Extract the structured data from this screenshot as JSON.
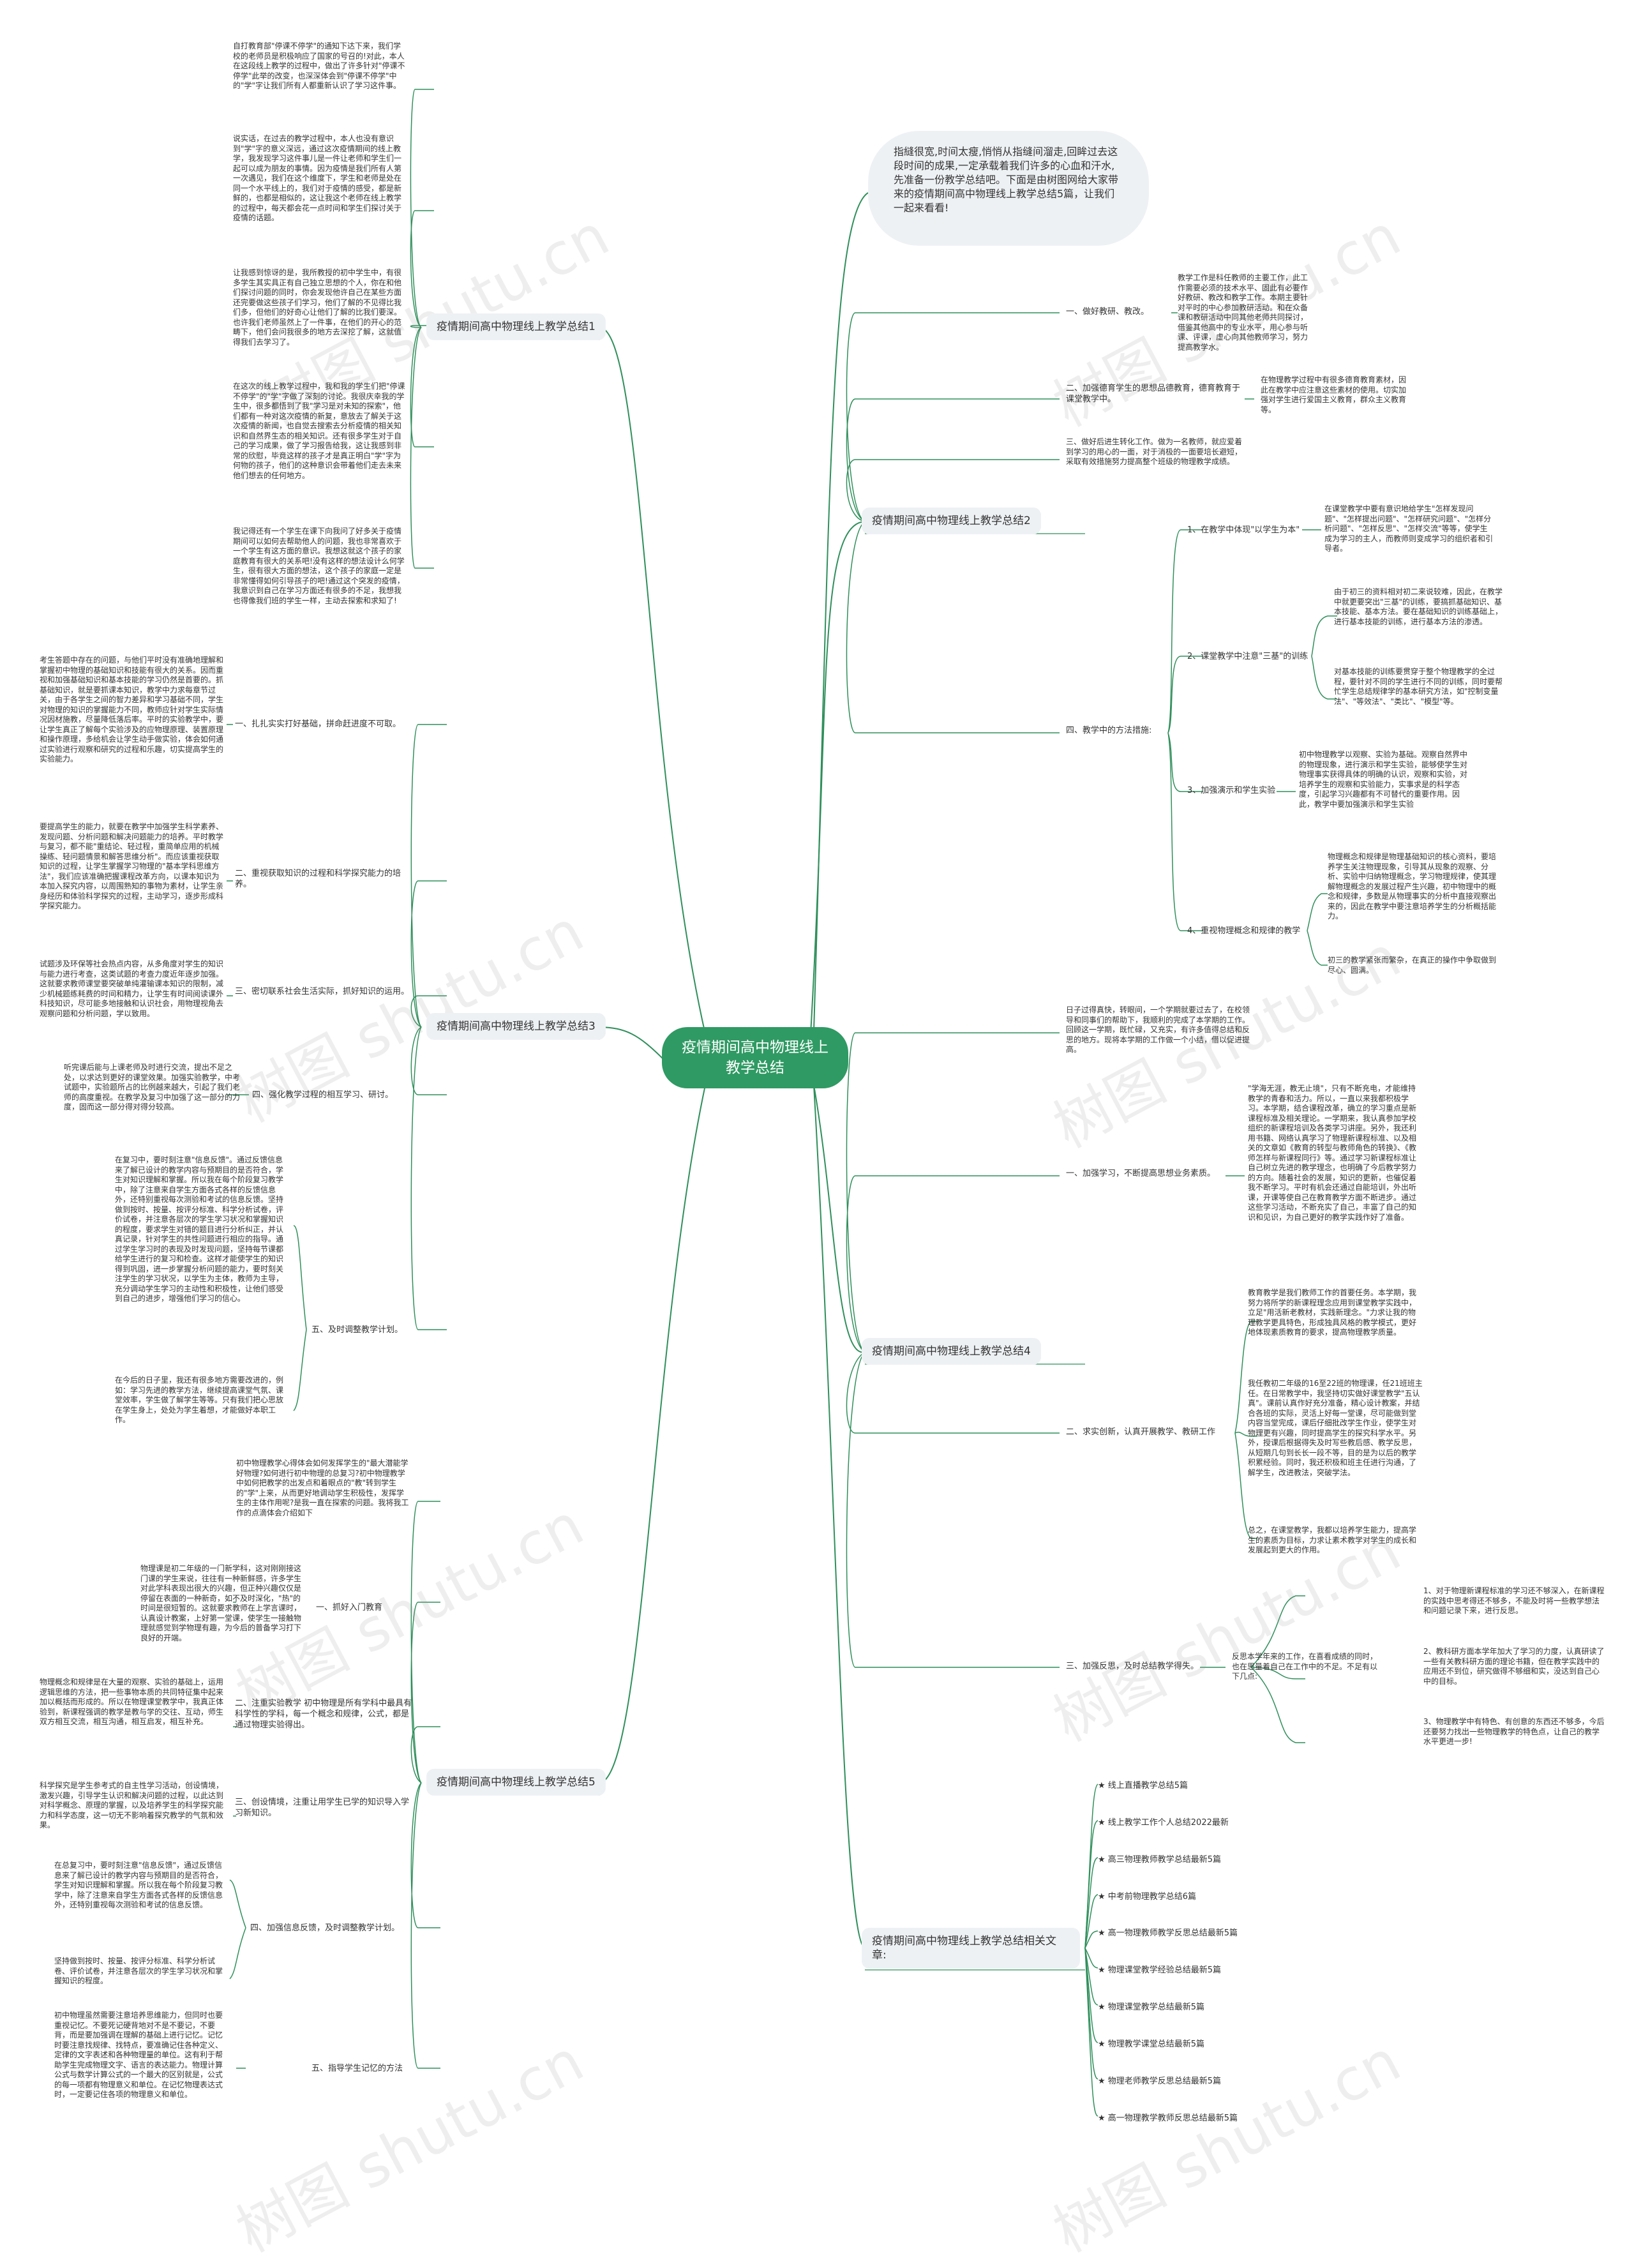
{
  "root": "疫情期间高中物理线上教学总结",
  "intro": "指縫很宽,时间太瘦,悄悄从指缝间溜走,回眸过去这段时间的成果,一定承载着我们许多的心血和汗水,先准备一份教学总结吧。下面是由树图网给大家带来的疫情期间高中物理线上教学总结5篇，让我们一起来看看!",
  "watermark": "树图 shutu.cn",
  "branches": {
    "b1": "疫情期间高中物理线上教学总结1",
    "b2": "疫情期间高中物理线上教学总结2",
    "b3": "疫情期间高中物理线上教学总结3",
    "b4": "疫情期间高中物理线上教学总结4",
    "b5": "疫情期间高中物理线上教学总结5",
    "b6": "疫情期间高中物理线上教学总结相关文章:"
  },
  "b1": {
    "p1": "自打教育部\"停课不停学\"的通知下达下来，我们学校的老师员是积极响应了国家的号召的!对此，本人在这段线上教学的过程中，做出了许多针对\"停课不停学\"此举的改变，也深深体会到\"停课不停学\"中的\"学\"字让我们所有人都重新认识了学习这件事。",
    "p2": "说实话，在过去的教学过程中，本人也没有意识到\"学\"字的意义深远，通过这次疫情期间的线上教学，我发现学习这件事儿是一件让老师和学生们一起可以成为朋友的事情。因为疫情是我们所有人第一次遇见，我们在这个维度下，学生和老师是处在同一个水平线上的，我们对于疫情的感受，都是新鲜的，也都是相似的，这让我这个老师在线上教学的过程中，每天都会花一点时间和学生们探讨关于疫情的话题。",
    "p3": "让我感到惊讶的是，我所教授的初中学生中，有很多学生其实具正有自己独立思想的个人，你在和他们探讨问题的同时，你会发现他许自己在某些方面还完要做这些孩子们学习，他们了解的不见得比我们多，但他们的好奇心让他们了解的比我们要深。也许我们老师虽然上了一件事，在他们的开心的范畴下，他们会问我很多的地方去深挖了解，这就值得我们去学习了。",
    "p4": "在这次的线上教学过程中，我和我的学生们把\"停课不停学\"的\"学\"字做了深刻的讨论。我很庆幸我的学生中，很多都悟到了我\"学习是对未知的探索\"，他们都有一种对这次疫情的新复，意放去了解关于这次疫情的新闻，也自觉去搜索去分析疫情的相关知识和自然界生态的相关知识。还有很多学生对于自己的学习成果，做了学习报告给我，这让我感到非常的欣慰，毕竟这样的孩子才是真正明白\"学\"字为何物的孩子，他们的这种意识会带着他们走去未来他们想去的任何地方。",
    "p5": "我记得还有一个学生在课下向我问了好多关于疫情期间可以如何去帮助他人的问题，我也非常喜欢于一个学生有这方面的意识。我想这就这个孩子的家庭教育有很大的关系吧!没有这样的想法设计么何学生，很有很大方面的想法，这个孩子的家庭一定是非常懂得如何引导孩子的吧!通过这个突发的疫情，我意识到自己在学习方面还有很多的不足，我想我也得像我们班的学生一样，主动去探索和求知了!"
  },
  "b2": {
    "s1": "一、做好教研、教改。",
    "s1t": "教学工作是科任教师的主要工作，此工作需要必须的技术水平、固此有必要作好教研、教改和教学工作。本期主要针对平时的中心参加教研活动。和在众备课和教研活动中同其他老师共同探讨，借鉴其他高中的专业水平，用心参与听课、评课，虚心向其他教师学习，努力提高教学水。",
    "s2": "二、加强德育学生的思想品德教育，德育教育于课堂教学中。",
    "s2t": "在物理教学过程中有很多德育教育素材，因此在教学中应注意这些素材的使用。切实加强对学生进行爱国主义教育，群众主义教育等。",
    "s3": "三、做好后进生转化工作。做为一名教师，就应爱着到学习的用心的一面，对于消极的一面要培长避短，采取有效措施努力提高整个班级的物理教学成绩。",
    "s4": "四、教学中的方法措施:",
    "m1": "1、在教学中体现\"以学生为本\"",
    "m1t": "在课堂教学中要有意识地给学生\"怎样发现问题\"、\"怎样提出问题\"、\"怎样研究问题\"、\"怎样分析问题\"、\"怎样反思\"、\"怎样交流\"等等，使学生成为学习的主人，而教师则变成学习的组织者和引导者。",
    "m2": "2、课堂教学中注意\"三基\"的训练",
    "m2t1": "由于初三的资料相对初二来说较难，因此，在教学中就更要突出\"三基\"的训练，要搞抓基础知识、基本技能、基本方法。要在基础知识的训练基础上，进行基本技能的训练，进行基本方法的渗透。",
    "m2t2": "对基本技能的训练要贯穿于整个物理教学的全过程，要针对不同的学生进行不同的训练，同时要帮忙学生总结规律学的基本研究方法，如\"控制变量法\"、\"等效法\"、\"类比\"、\"模型\"等。",
    "m3": "3、加强演示和学生实验",
    "m3t": "初中物理教学以观察、实验为基础。观察自然界中的物理现象，进行演示和学生实验，能够使学生对物理事实获得具体的明确的认识，观察和实验，对培养学生的观察和实验能力，实事求是的科学态度，引起学习兴趣都有不可替代的重要作用。因此，教学中要加强演示和学生实验",
    "m4": "4、重视物理概念和规律的教学",
    "m4t1": "物理概念和规律是物理基础知识的核心资料，要培养学生关注物理现象，引导其从现象的观察、分析、实验中归纳物理概念，学习物理规律，使其理解物理概念的发展过程产生兴趣，初中物理中的概念和规律，多数是从物理事实的分析中直接观察出来的，因此在教学中要注意培养学生的分析概括能力。",
    "m4t2": "初三的教学紧张而繁杂，在真正的操作中争取做到尽心、圆满。"
  },
  "b3": {
    "t1": "考生答题中存在的问题，与他们平时没有准确地理解和掌握初中物理的基础知识和技能有很大的关系。因而重视和加强基础知识和基本技能的学习仍然是首要的。抓基础知识，就是要抓课本知识，教学中力求每章节过关，由于各学生之间的智力差异和学习基础不同，学生对物理的知识的掌握能力不同，教师应针对学生实际情况因材施教，尽量降低落后率。平时的实验教学中，要让学生真正了解每个实验涉及的应物理原理、装置原理和操作原理，多给机会让学生动手做实验，体会如何通过实验进行观察和研究的过程和乐趣，切实提高学生的实验能力。",
    "s1": "一、扎扎实实打好基础，拼命赶进度不可取。",
    "t2": "要提高学生的能力，就要在教学中加强学生科学素养、发现问题、分析问题和解决问题能力的培养。平时教学与复习，都不能\"重结论、轻过程，重简单应用的机械操练、轻问题情景和解答思维分析\"。而应该重视获取知识的过程，让学生掌握学习物理的\"基本学科思维方法\"，我们应该准确把握课程改革方向，以课本知识为本加入探究内容，以周围熟知的事物为素材，让学生亲身经历和体验科学探究的过程，主动学习，逐步形成科学探究能力。",
    "s2": "二、重视获取知识的过程和科学探究能力的培养。",
    "t3": "试题涉及环保等社会热点内容，从多角度对学生的知识与能力进行考查，这类试题的考查力度近年逐步加强。这就要求教师课堂要突破单纯灌输课本知识的限制，减少机械题练耗费的时间和精力，让学生有时间阅读课外科技知识，尽可能多地接触和认识社会，用物理视角去观察问题和分析问题，学以致用。",
    "s3": "三、密切联系社会生活实际，抓好知识的运用。",
    "t4": "听完课后能与上课老师及时进行交流，提出不足之处，以求达到更好的课堂效果。加强实验教学，中考试题中，实验题所占的比例越来越大，引起了我们老师的高度重视。在教学及复习中加强了这一部分的力度，固而这一部分得对得分较高。",
    "s4": "四、强化教学过程的相互学习、研讨。",
    "t5a": "在复习中，要时刻注意\"信息反馈\"。通过反馈信息来了解已设计的教学内容与预期目的是否符合，学生对知识理解和掌握。所以我在每个阶段复习教学中，除了注意来自学生方面各式各样的反馈信息外，还特别重视每次测验和考试的信息反馈。坚持做到按时、按量、按评分标准、科学分析试卷，评价试卷，并注意各层次的学生学习状况和掌握知识的程度，要求学生对错的题目进行分析纠正，并认真记录，针对学生的共性问题进行相应的指导。通过学生学习时的表现及时发现问题，坚持每节课都给学生进行的复习和检查。这样才能使学生的知识得到巩固，进一步掌握分析问题的能力，要时刻关注学生的学习状况，以学生为主体，教师为主导，充分调动学生学习的主动性和积极性，让他们感受到自己的进步，增强他们学习的信心。",
    "s5": "五、及时调整教学计划。",
    "t5b": "在今后的日子里，我还有很多地方需要改进的，例如：学习先进的教学方法，继续提高课堂气氛、课堂效率，学生做了解学生等等。只有我们把心思放在学生身上，处处为学生着想，才能做好本职工作。"
  },
  "b5": {
    "t0": "初中物理教学心得体会如何发挥学生的\"最大潜能学好物理?如何进行初中物理的总复习?初中物理教学中如何把教学的出发点和着眼点的\"教\"转到学生的\"学\"上来，从而更好地调动学生积极性，发挥学生的主体作用呢?是我一直在探索的问题。我将我工作的点滴体会介绍如下",
    "t1": "物理课是初二年级的一门新学科，这对刚刚接这门课的学生来说，往往有一种新鲜感，许多学生对此学科表现出很大的兴趣，但正种兴趣仅仅是停留在表面的一种新奇，如不及时深化，\"热\"的时间是很短暂的。这就要求教师在上学言课时，认真设计教案，上好第一堂课，使学生一接触物理就感觉到学物理有趣，为今后的普备学习打下良好的开端。",
    "s1": "一、抓好入门教育",
    "t2": "物理概念和规律是在大量的观察、实验的基础上，运用逻辑思维的方法，把一些事物本质的共同特征集中起来加以概括而形成的。所以在物理课堂教学中，我真正体验到，新课程强调的教学是教与学的交往、互动，师生双方相互交流，相互沟通，相互启发，相互补充。",
    "s2": "二、注重实验教学 初中物理是所有学科中最具有科学性的学科，每一个概念和规律，公式，都是通过物理实验得出。",
    "t3": "科学探究是学生参考式的自主性学习活动，创设情境，激发兴趣，引导学生认识和解决问题的过程，以此达到对科学概念、原理的掌握，以及培养学生的科学探究能力和科学态度，这一切无不影响着探究教学的气氛和效果。",
    "s3": "三、创设情境，注重让用学生已学的知识导入学习新知识。",
    "t4a": "在总复习中，要时刻注意\"信息反馈\"，通过反馈信息来了解已设计的教学内容与预期目的是否符合，学生对知识理解和掌握。所以我在每个阶段复习教学中，除了注意来自学生方面各式各样的反馈信息外，还特别重视每次测验和考试的信息反馈。",
    "t4b": "坚持做到按时、按量、按评分标准、科学分析试卷、评价试卷，并注意各层次的学生学习状况和掌握知识的程度。",
    "s4": "四、加强信息反馈，及时调整教学计划。",
    "t5": "初中物理虽然需要注意培养思维能力，但同时也要重视记忆。不要死记硬背地对不是不要记，不要背，而是要加强调在理解的基础上进行记忆。记忆时要注意找规律、找特点，要准确记住各种定义、定律的文字表述和各种物理量的单位。这有利于帮助学生完成物理文字、语言的表达能力。物理计算公式与数学计算公式的一个最大的区别就是，公式的每一项都有物理意义和单位。在记忆物理表达式时，一定要记住各项的物理意义和单位。",
    "s5": "五、指导学生记忆的方法"
  },
  "b4": {
    "t0": "日子过得真快，转眼间，一个学期就要过去了，在校领导和同事们的帮助下，我顺利的完成了本学期的工作。回顾这一学期，既忙碌，又充实，有许多值得总结和反思的地方。现将本学期的工作做一个小结，借以促进提高。",
    "s1": "一、加强学习，不断提高思想业务素质。",
    "t1": "\"学海无涯，教无止境\"，只有不断充电，才能维持教学的青春和活力。所以，一直以来我都积极学习。本学期，结合课程改革，确立的学习重点是新课程标准及相关理论。一学期来，我认真参加学校组织的新课程培训及各类学习讲座。另外，我还利用书籍、网络认真学习了物理新课程标准、以及相关的文章如《教育的转型与教师角色的转换》、《教师怎样与新课程同行》等。通过学习新课程标准让自己树立先进的教学理念，也明确了今后教学努力的方向。随着社会的发展，知识的更新，也催促着我不断学习。平时有机会还通过自能培训，外出听课，开课等使自己在教育教学方面不断进步。通过这些学习活动，不断充实了自己，丰富了自己的知识和见识，为自己更好的教学实践作好了准备。",
    "t2": "教育教学是我们教师工作的首要任务。本学期，我努力将所学的新课程理念应用到课堂教学实践中，立足\"用活新老教材，实践新理念。\"力求让我的物理教学更具特色，形成独具风格的教学模式，更好地体现素质教育的要求，提高物理教学质量。",
    "t3": "我任教初二年级的16至22班的物理课，任21班班主任。在日常教学中，我坚持切实做好课堂教学\"五认真\"。课前认真作好充分准备，精心设计教案，并结合各班的实际，灵活上好每一堂课，尽可能做到堂内容当堂完成，课后仔细批改学生作业，使学生对物理更有兴趣，同时提高学生的探究科学水平。另外，授课后根据得失及时写些教后感、教学反思，从短期几句到长长一段不等，目的是为以后的教学积累经验。同时，我还积极和班主任进行沟通，了解学生，改进教法，突破学法。",
    "s2": "二、求实创新，认真开展教学、教研工作",
    "t4": "总之，在课堂教学，我都以培养学生能力，提高学生的素质为目标，力求让素术教学对学生的成长和发展起到更大的作用。",
    "s3": "三、加强反思，及时总结教学得失。",
    "s3t": "反思本学年来的工作，在喜看成绩的同时，也在思量着自己在工作中的不足。不足有以下几点:",
    "r1": "1、对于物理新课程标准的学习还不够深入，在新课程的实践中思考得还不够多，不能及时将一些教学想法和问题记录下来，进行反思。",
    "r2": "2、教科研方面本学年加大了学习的力度，认真研读了一些有关教科研方面的理论书籍，但在教学实践中的应用还不到位，研究做得不够细和实，没达到自己心中的目标。",
    "r3": "3、物理教学中有特色、有创意的东西还不够多，今后还要努力找出一些物理教学的特色点，让自己的教学水平更进一步!"
  },
  "b6": {
    "items": [
      "★ 线上直播教学总结5篇",
      "★ 线上教学工作个人总结2022最新",
      "★ 高三物理教师教学总结最新5篇",
      "★ 中考前物理教学总结6篇",
      "★ 高一物理教师教学反思总结最新5篇",
      "★ 物理课堂教学经验总结最新5篇",
      "★ 物理课堂教学总结最新5篇",
      "★ 物理教学课堂总结最新5篇",
      "★ 物理老师教学反思总结最新5篇",
      "★ 高一物理教学教师反思总结最新5篇"
    ]
  },
  "colors": {
    "link": "#2f8f5b",
    "root": "#2f9a63",
    "branch_bg": "#eef1f4"
  }
}
